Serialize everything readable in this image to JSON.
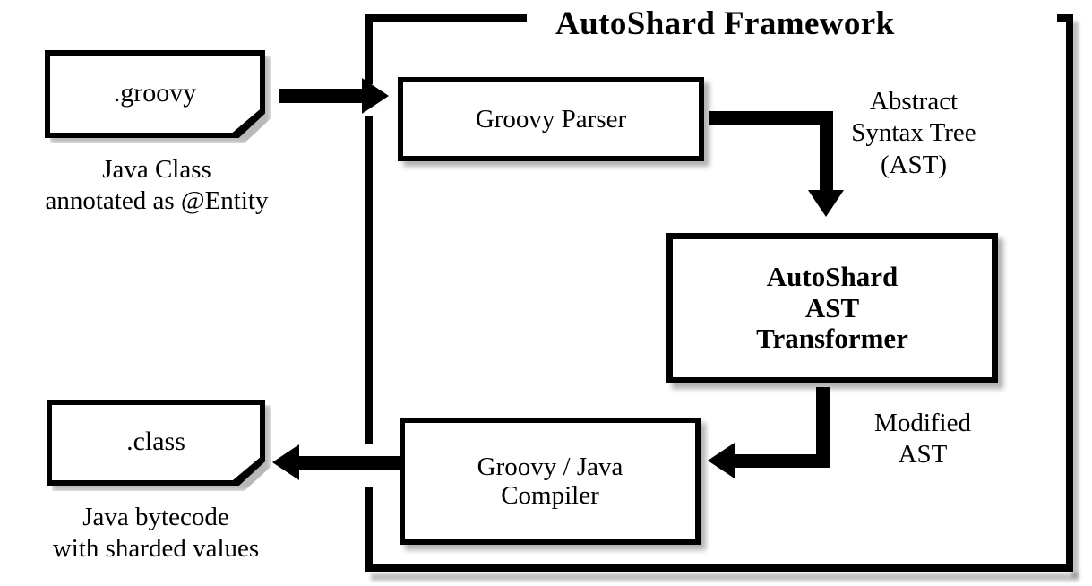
{
  "diagram": {
    "title": "AutoShard Framework",
    "boundary_name": "AutoShard Framework boundary"
  },
  "nodes": {
    "groovy_file": {
      "label": ".groovy",
      "caption": "Java Class\nannotated as @Entity"
    },
    "class_file": {
      "label": ".class",
      "caption": "Java bytecode\nwith sharded values"
    },
    "groovy_parser": {
      "label": "Groovy Parser"
    },
    "ast_transformer": {
      "label": "AutoShard\nAST\nTransformer"
    },
    "compiler": {
      "label": "Groovy / Java\nCompiler"
    }
  },
  "edges": {
    "source_to_parser": {
      "label": ""
    },
    "parser_to_transformer": {
      "label": "Abstract\nSyntax Tree\n(AST)"
    },
    "transformer_to_compiler": {
      "label": "Modified\nAST"
    },
    "compiler_to_class": {
      "label": ""
    }
  },
  "colors": {
    "stroke": "#000000",
    "fill": "#ffffff",
    "shadow": "rgba(0,0,0,0.28)"
  }
}
